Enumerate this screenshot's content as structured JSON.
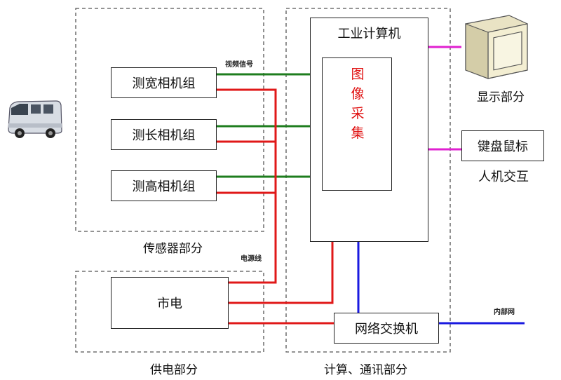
{
  "sensor": {
    "group_label": "传感器部分",
    "cam_width": "测宽相机组",
    "cam_length": "测长相机组",
    "cam_height": "测高相机组",
    "video_signal": "视频信号"
  },
  "power": {
    "group_label": "供电部分",
    "mains": "市电",
    "power_line": "电源线"
  },
  "compute": {
    "group_label": "计算、通讯部分",
    "ipc": "工业计算机",
    "capture": [
      "图",
      "像",
      "采",
      "集"
    ],
    "switch": "网络交换机",
    "lan": "内部网"
  },
  "hmi": {
    "display": "显示部分",
    "keyboard": "键盘鼠标",
    "hci": "人机交互"
  },
  "colors": {
    "video": "#1e7d1e",
    "power": "#e01818",
    "network": "#1a1ae0",
    "hmi_link": "#e020d0",
    "dashed": "#555555"
  }
}
